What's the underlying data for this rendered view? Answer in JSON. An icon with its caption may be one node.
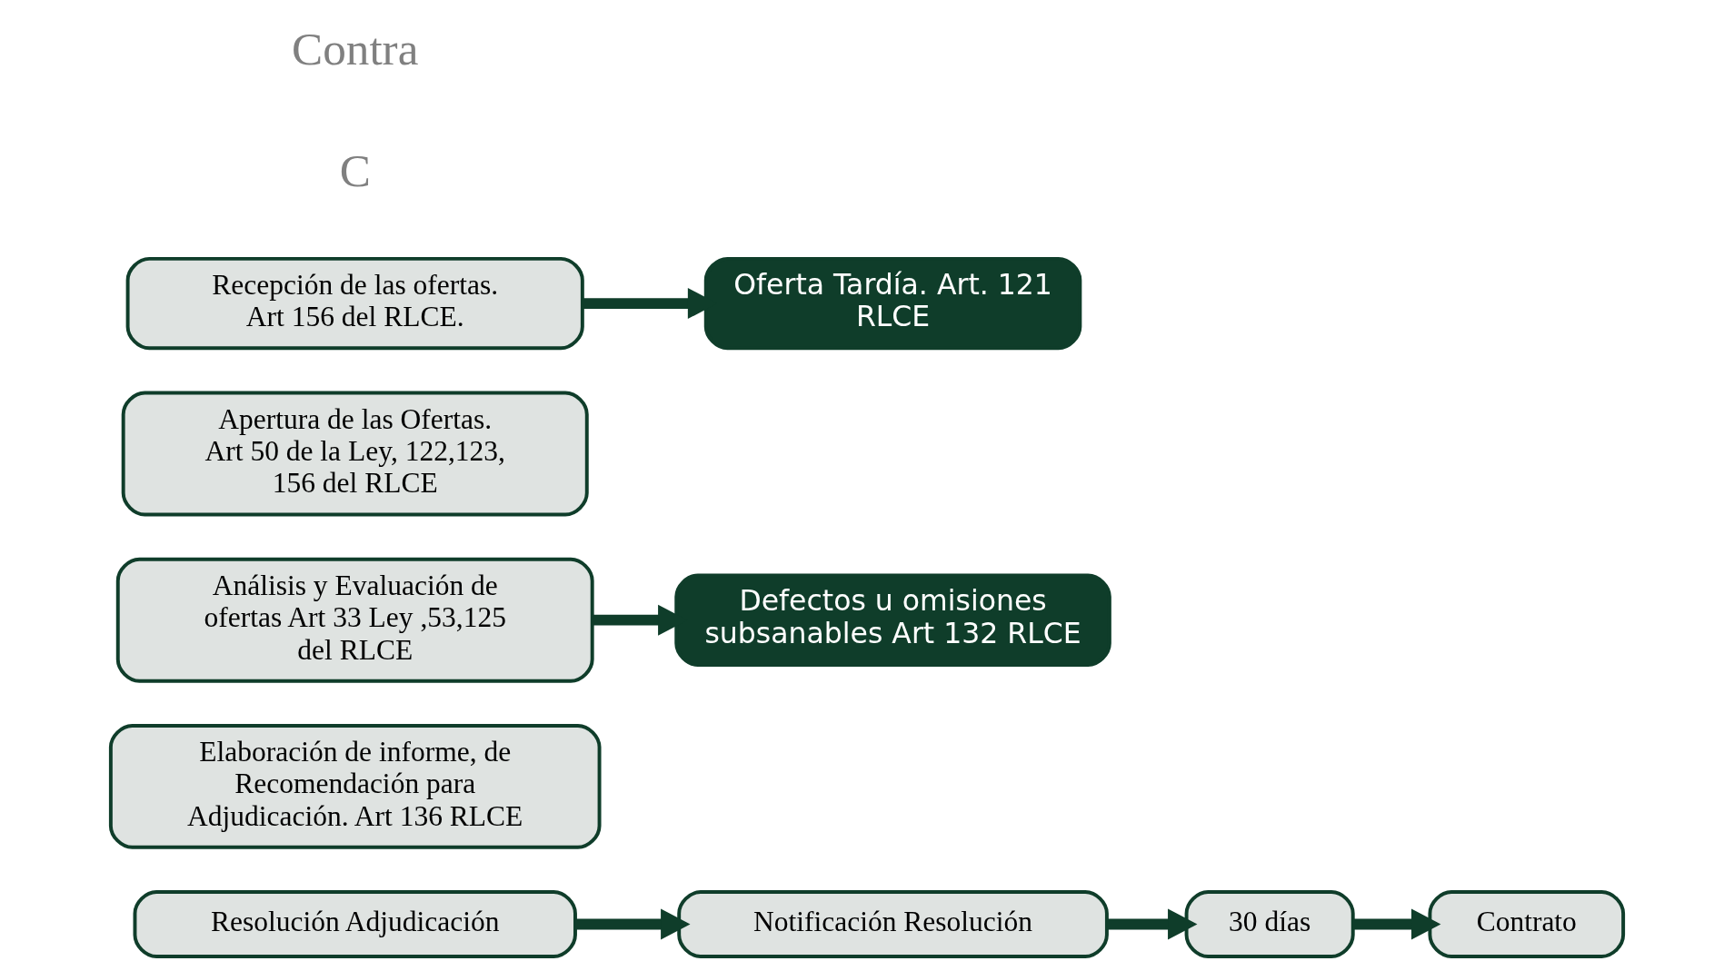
{
  "diagram": {
    "nodes": [
      {
        "text": [
          "Resolución Adjudicación"
        ]
      },
      {
        "text": [
          "Notificación Resolución"
        ]
      },
      {
        "text": [
          "30 días"
        ]
      },
      {
        "text": [
          "Contrato"
        ]
      },
      {
        "text": [
          "Elaboración de informe, de Recomendación para Adjudicación. Art 136 RLCE"
        ]
      },
      {
        "text": [
          "Análisis y Evaluación de ofertas Art 33 Ley ,53,125 del RLCE"
        ]
      },
      {
        "text": [
          "Defectos u omisiones subsanables Art 132 RLCE"
        ]
      },
      {
        "text": [
          "Apertura de las Ofertas. Art 50 de la Ley, 122,123, 156 del RLCE"
        ]
      },
      {
        "text": [
          "Recepción de las ofertas. Art 156 del RLCE."
        ]
      },
      {
        "text": [
          "Oferta Tardía. Art. 121 RLCE"
        ]
      }
    ],
    "edges": [
      {
        "from": 0,
        "to": 1,
        "arrow": "to"
      },
      {
        "from": 1,
        "to": 2,
        "arrow": "to"
      },
      {
        "from": 2,
        "to": 3,
        "arrow": "to"
      },
      {
        "from": 5,
        "to": 6,
        "arrow": "to"
      },
      {
        "from": 8,
        "to": 9,
        "arrow": "to"
      }
    ],
    "labels": [
      "C",
      "Contra"
    ]
  }
}
